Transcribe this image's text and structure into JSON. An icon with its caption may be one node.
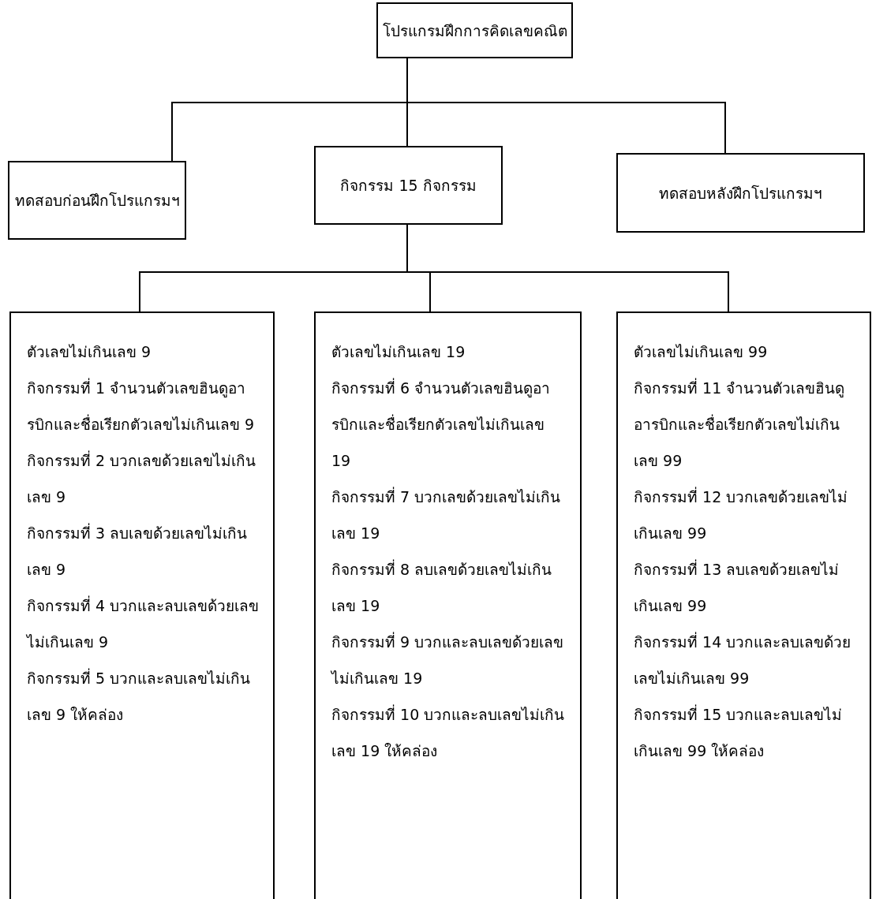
{
  "diagram": {
    "nodes": [
      {
        "text": [
          "โปรแกรมฝึกการคิดเลขคณิต"
        ]
      },
      {
        "text": [
          "ทดสอบก่อนฝึกโปรแกรมฯ"
        ]
      },
      {
        "text": [
          "กิจกรรม 15 กิจกรรม"
        ]
      },
      {
        "text": [
          "ทดสอบหลังฝึกโปรแกรมฯ"
        ]
      },
      {
        "text": [
          "ตัวเลขไม่เกินเลข 9",
          "กิจกรรมที่ 1 จำนวนตัวเลขฮินดูอารบิกและชื่อเรียกตัวเลขไม่เกินเลข 9",
          "กิจกรรมที่ 2 บวกเลขด้วยเลขไม่เกินเลข 9",
          "กิจกรรมที่ 3 ลบเลขด้วยเลขไม่เกินเลข 9",
          "กิจกรรมที่ 4 บวกและลบเลขด้วยเลขไม่เกินเลข 9",
          "กิจกรรมที่ 5 บวกและลบเลขไม่เกินเลข 9 ให้คล่อง"
        ]
      },
      {
        "text": [
          "ตัวเลขไม่เกินเลข 19",
          "กิจกรรมที่ 6 จำนวนตัวเลขฮินดูอารบิกและชื่อเรียกตัวเลขไม่เกินเลข 19",
          "กิจกรรมที่ 7 บวกเลขด้วยเลขไม่เกินเลข 19",
          "กิจกรรมที่ 8 ลบเลขด้วยเลขไม่เกินเลข 19",
          "กิจกรรมที่ 9 บวกและลบเลขด้วยเลขไม่เกินเลข 19",
          "กิจกรรมที่ 10 บวกและลบเลขไม่เกินเลข 19 ให้คล่อง"
        ]
      },
      {
        "text": [
          "ตัวเลขไม่เกินเลข 99",
          "กิจกรรมที่ 11 จำนวนตัวเลขฮินดูอารบิกและชื่อเรียกตัวเลขไม่เกินเลข 99",
          "กิจกรรมที่ 12 บวกเลขด้วยเลขไม่เกินเลข 99",
          "กิจกรรมที่ 13 ลบเลขด้วยเลขไม่เกินเลข 99",
          "กิจกรรมที่ 14 บวกและลบเลขด้วยเลขไม่เกินเลข 99",
          "กิจกรรมที่ 15 บวกและลบเลขไม่เกินเลข 99 ให้คล่อง"
        ]
      }
    ],
    "edges": [
      {
        "from": 0,
        "to": 1,
        "arrow": "none"
      },
      {
        "from": 0,
        "to": 2,
        "arrow": "none"
      },
      {
        "from": 0,
        "to": 3,
        "arrow": "none"
      },
      {
        "from": 2,
        "to": 4,
        "arrow": "none"
      },
      {
        "from": 2,
        "to": 5,
        "arrow": "none"
      },
      {
        "from": 2,
        "to": 6,
        "arrow": "none"
      }
    ]
  }
}
